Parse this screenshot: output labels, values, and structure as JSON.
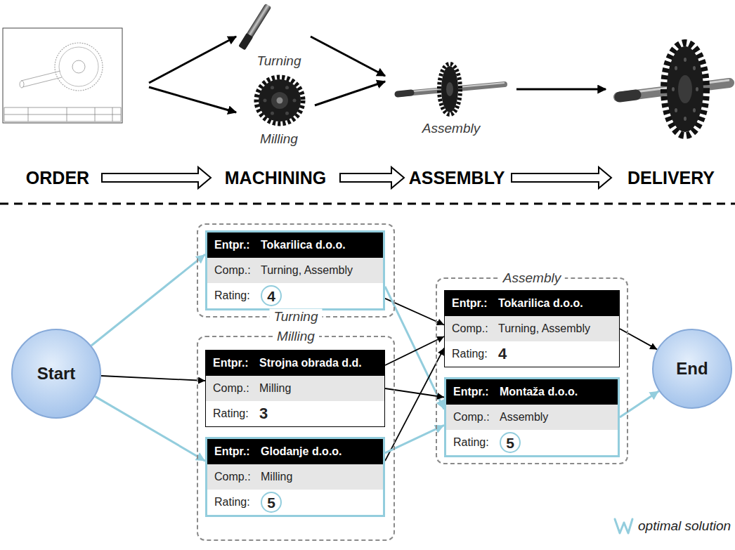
{
  "diagram": {
    "nodes": [
      {
        "text": [
          "Start"
        ]
      },
      {
        "text": [
          "Turning"
        ]
      },
      {
        "text": [
          "Entpr.:",
          "Tokarilica d.o.o.",
          "Comp.:",
          "Turning, Assembly",
          "Rating:",
          "4"
        ],
        "in": 1
      },
      {
        "text": [
          "Milling"
        ]
      },
      {
        "text": [
          "Entpr.:",
          "Strojna obrada d.d.",
          "Comp.:",
          "Milling",
          "Rating:",
          "3"
        ],
        "in": 3
      },
      {
        "text": [
          "Entpr.:",
          "Glodanje d.o.o.",
          "Comp.:",
          "Milling",
          "Rating:",
          "5"
        ],
        "in": 3
      },
      {
        "text": [
          "Assembly"
        ]
      },
      {
        "text": [
          "Entpr.:",
          "Tokarilica d.o.o.",
          "Comp.:",
          "Turning, Assembly",
          "Rating:",
          "4"
        ],
        "in": 6
      },
      {
        "text": [
          "Entpr.:",
          "Montaža d.o.o.",
          "Comp.:",
          "Assembly",
          "Rating:",
          "5"
        ],
        "in": 6
      },
      {
        "text": [
          "End"
        ]
      }
    ],
    "edges": [
      {
        "from": 0,
        "to": 2,
        "arrow": "to"
      },
      {
        "from": 0,
        "to": 4,
        "arrow": "to"
      },
      {
        "from": 0,
        "to": 5,
        "arrow": "to"
      },
      {
        "from": 2,
        "to": 7,
        "arrow": "to"
      },
      {
        "from": 2,
        "to": 8,
        "arrow": "to"
      },
      {
        "from": 4,
        "to": 7,
        "arrow": "to"
      },
      {
        "from": 4,
        "to": 8,
        "arrow": "to"
      },
      {
        "from": 5,
        "to": 7,
        "arrow": "to"
      },
      {
        "from": 5,
        "to": 8,
        "arrow": "to"
      },
      {
        "from": 7,
        "to": 9,
        "arrow": "to"
      },
      {
        "from": 8,
        "to": 9,
        "arrow": "to"
      }
    ],
    "labels": [
      "Turning",
      "Milling",
      "Assembly",
      "ORDER",
      "MACHINING",
      "ASSEMBLY",
      "DELIVERY"
    ],
    "legend": [
      {
        "text": "optimal solution"
      }
    ]
  }
}
